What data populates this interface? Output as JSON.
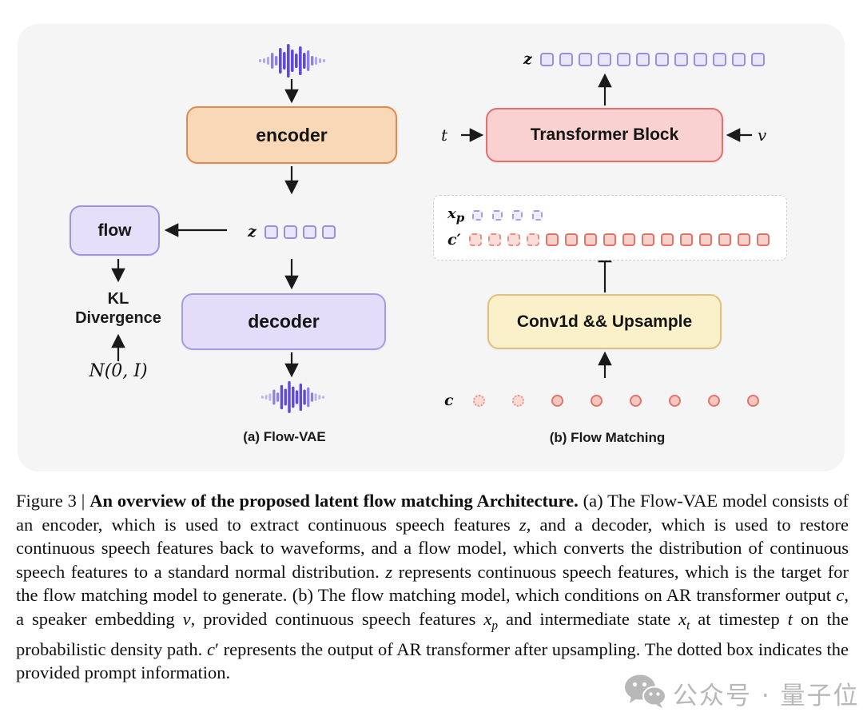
{
  "figure": {
    "panel_a": {
      "encoder_label": "encoder",
      "flow_label": "flow",
      "kl_line1": "KL",
      "kl_line2": "Divergence",
      "normal_label": "N(0, I)",
      "z_label": "z",
      "z_tokens": [
        "sq-purple",
        "sq-purple",
        "sq-purple",
        "sq-purple"
      ],
      "decoder_label": "decoder",
      "caption": "(a) Flow-VAE"
    },
    "panel_b": {
      "z_label": "z",
      "z_tokens": [
        "sq-purple",
        "sq-purple",
        "sq-purple",
        "sq-purple",
        "sq-purple",
        "sq-purple",
        "sq-purple",
        "sq-purple",
        "sq-purple",
        "sq-purple",
        "sq-purple",
        "sq-purple"
      ],
      "t_label": "t",
      "v_label": "v",
      "transformer_label": "Transformer Block",
      "xp_label_html": "x<sub>p</sub>",
      "xp_tokens": [
        "sq-purple-dashed-sm",
        "sq-purple-dashed-sm",
        "sq-purple-dashed-sm",
        "sq-purple-dashed-sm"
      ],
      "cprime_label": "c′",
      "cprime_tokens": [
        "sq-red-dashed",
        "sq-red-dashed",
        "sq-red-dashed",
        "sq-red-dashed",
        "sq-red",
        "sq-red",
        "sq-red",
        "sq-red",
        "sq-red",
        "sq-red",
        "sq-red",
        "sq-red",
        "sq-red",
        "sq-red",
        "sq-red",
        "sq-red"
      ],
      "conv_label": "Conv1d && Upsample",
      "c_label": "c",
      "c_tokens": [
        "circ-dashed",
        "circ-dashed",
        "circ-solid",
        "circ-solid",
        "circ-solid",
        "circ-solid",
        "circ-solid",
        "circ-solid"
      ],
      "caption": "(b) Flow Matching"
    }
  },
  "caption": {
    "prefix": "Figure 3 | ",
    "bold": "An overview of the proposed latent flow matching Architecture.",
    "body_html": " (a) The Flow-VAE model consists of an encoder, which is used to extract continuous speech features <i>z</i>, and a decoder, which is used to restore continuous speech features back to waveforms, and a flow model, which converts the distribution of continuous speech features to a standard normal distribution. <i>z</i> represents continuous speech features, which is the target for the flow matching model to generate. (b) The flow matching model, which conditions on AR transformer output <i>c</i>, a speaker embedding <i>v</i>, provided continuous speech features <i>x</i><sub><i>p</i></sub> and intermediate state <i>x</i><sub><i>t</i></sub> at timestep <i>t</i> on the probabilistic density path. <i>c</i>′ represents the output of AR transformer after upsampling. The dotted box indicates the provided prompt information."
  },
  "watermark": {
    "text": "公众号 · 量子位"
  },
  "colors": {
    "panel_bg": "#f5f5f6",
    "encoder_fill": "#f8d8b6",
    "encoder_border": "#dd8b50",
    "purple_fill": "#e9e5fa",
    "purple_border": "#9a8fd9",
    "red_fill": "#f7d0ca",
    "red_border": "#dd7468",
    "yellow_fill": "#faf0ca",
    "yellow_border": "#dec082",
    "waveform_purple": "#6b59d3",
    "arrow": "#1a1a1a",
    "watermark_gray": "#b5b5b5"
  }
}
